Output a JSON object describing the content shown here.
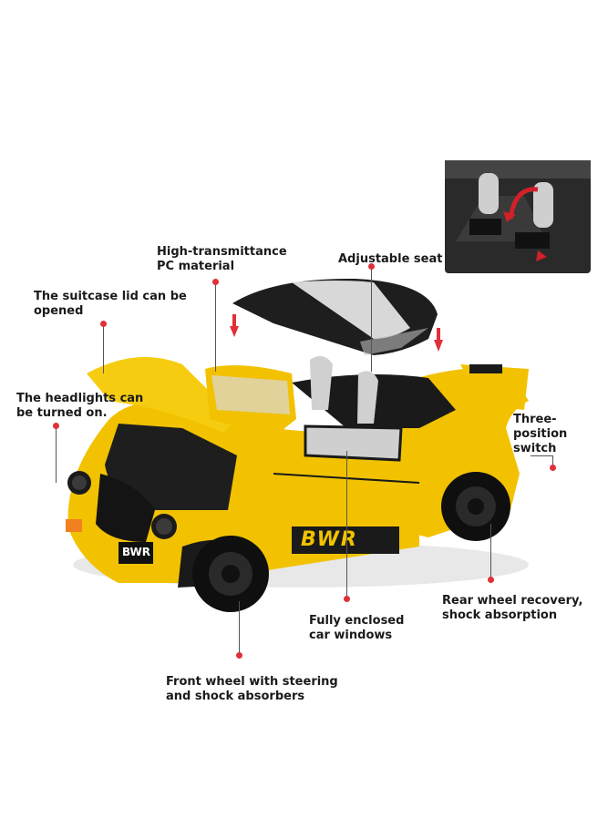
{
  "labels": {
    "pc_material": "High-transmittance\nPC material",
    "adjustable_seat": "Adjustable seat",
    "suitcase_lid": "The suitcase lid can be\nopened",
    "headlights": "The headlights can\nbe turned on.",
    "three_position": "Three-position\nswitch",
    "rear_wheel": "Rear wheel recovery,\nshock absorption",
    "windows": "Fully enclosed\ncar windows",
    "front_wheel": "Front wheel with steering\nand shock absorbers"
  },
  "car": {
    "plate_text": "BWR",
    "side_text": "BWR",
    "body_color": "#f2c200",
    "trim_color": "#1a1a1a"
  },
  "accent": "#e0303a"
}
